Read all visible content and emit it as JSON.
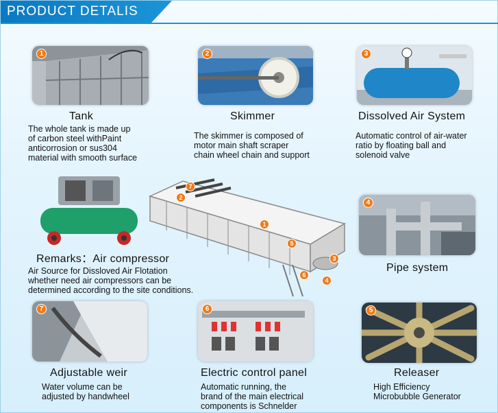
{
  "header": {
    "title": "PRODUCT  DETALIS"
  },
  "items": [
    {
      "num": "1",
      "title": "Tank",
      "desc": [
        "The whole tank is made up",
        "of carbon steel withPaint",
        "anticorrosion or sus304",
        "material with smooth surface"
      ]
    },
    {
      "num": "2",
      "title": "Skimmer",
      "desc": [
        "The skimmer  is composed of",
        "motor  main shaft  scraper",
        "chain wheel  chain and support"
      ]
    },
    {
      "num": "3",
      "title": "Dissolved Air System",
      "desc": [
        "Automatic control of air-water",
        "ratio by floating ball and",
        "solenoid valve"
      ]
    },
    {
      "num": "",
      "title": "Remarks：Air compressor",
      "desc": [
        "Air Source for Dissloved Air Flotation",
        "whether need air compressors can be",
        "determined according to the site conditions."
      ]
    },
    {
      "num": "4",
      "title": "Pipe system",
      "desc": []
    },
    {
      "num": "7",
      "title": "Adjustable weir",
      "desc": [
        "Water volume can be",
        "adjusted by handwheel"
      ]
    },
    {
      "num": "6",
      "title": "Electric control panel",
      "desc": [
        "Automatic running, the",
        "brand of the main electrical",
        "components is Schnelder"
      ]
    },
    {
      "num": "5",
      "title": "Releaser",
      "desc": [
        "High Efficiency",
        "Microbubble Generator"
      ]
    }
  ],
  "machine_badges": [
    "7",
    "2",
    "1",
    "5",
    "3",
    "6",
    "4"
  ],
  "colors": {
    "header": "#1c94d8",
    "badge": "#f07a16",
    "background": "#e3f4fd"
  },
  "icons": [
    "tank-photo",
    "skimmer-photo",
    "air-tank-photo",
    "air-compressor-photo",
    "pipe-photo",
    "weir-photo",
    "control-panel-photo",
    "releaser-photo",
    "daf-machine-drawing"
  ]
}
